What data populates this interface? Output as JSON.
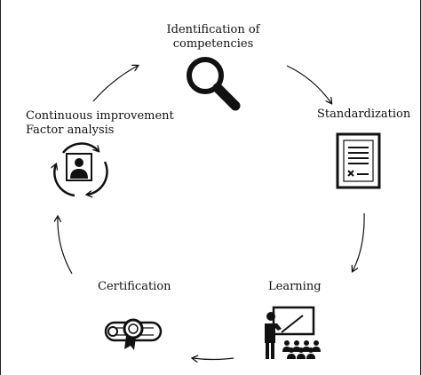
{
  "diagram": {
    "nodes": [
      {
        "id": "identification",
        "label_line1": "Identification of",
        "label_line2": "competencies",
        "icon": "magnifier-icon"
      },
      {
        "id": "standardization",
        "label": "Standardization",
        "icon": "document-icon"
      },
      {
        "id": "learning",
        "label": "Learning",
        "icon": "teacher-board-icon"
      },
      {
        "id": "certification",
        "label": "Certification",
        "icon": "diploma-icon"
      },
      {
        "id": "improvement",
        "label_line1": "Continuous improvement",
        "label_line2": "Factor analysis",
        "icon": "cycle-person-icon"
      }
    ],
    "flow": [
      "identification",
      "standardization",
      "learning",
      "certification",
      "improvement",
      "identification"
    ],
    "colors": {
      "ink": "#111111",
      "background": "#ffffff"
    }
  }
}
